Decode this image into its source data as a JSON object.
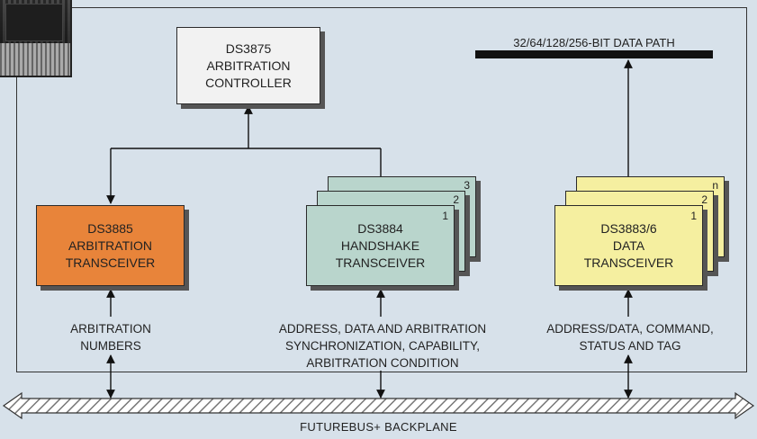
{
  "colors": {
    "background": "#d7e1ea",
    "arbitration_transceiver": "#e8843a",
    "handshake_transceiver": "#b9d5cc",
    "data_transceiver": "#f5efa0",
    "arbitration_controller": "#f2f2f2"
  },
  "arbitration_controller": {
    "line1": "DS3875",
    "line2": "ARBITRATION",
    "line3": "CONTROLLER"
  },
  "data_path_label": "32/64/128/256-BIT DATA PATH",
  "arbitration_transceiver": {
    "line1": "DS3885",
    "line2": "ARBITRATION",
    "line3": "TRANSCEIVER"
  },
  "handshake_transceiver": {
    "line1": "DS3884",
    "line2": "HANDSHAKE",
    "line3": "TRANSCEIVER",
    "card_numbers": [
      "1",
      "2",
      "3"
    ]
  },
  "data_transceiver": {
    "line1": "DS3883/6",
    "line2": "DATA",
    "line3": "TRANSCEIVER",
    "card_numbers": [
      "1",
      "2",
      "n"
    ]
  },
  "signal_labels": {
    "arbitration": [
      "ARBITRATION",
      "NUMBERS"
    ],
    "handshake": [
      "ADDRESS, DATA AND ARBITRATION",
      "SYNCHRONIZATION, CAPABILITY,",
      "ARBITRATION CONDITION"
    ],
    "data": [
      "ADDRESS/DATA, COMMAND,",
      "STATUS AND TAG"
    ]
  },
  "backplane_label": "FUTUREBUS+ BACKPLANE"
}
